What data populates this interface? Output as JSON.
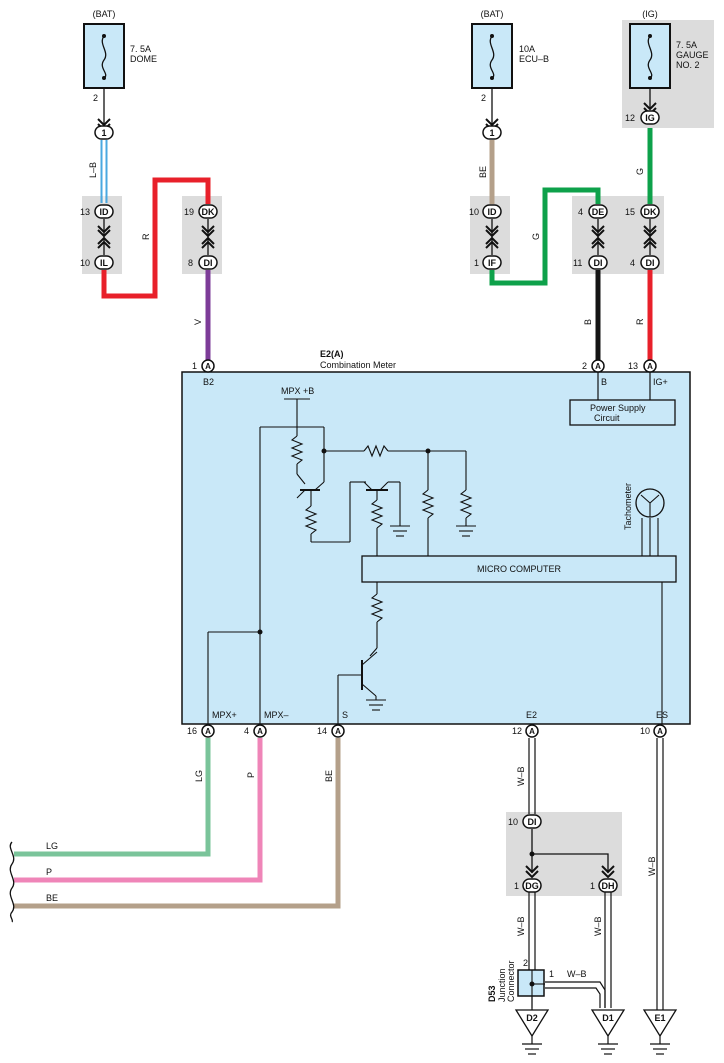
{
  "fuses": {
    "dome": {
      "src": "(BAT)",
      "line1": "7. 5A",
      "line2": "DOME",
      "line3": "",
      "pin": "2"
    },
    "ecub": {
      "src": "(BAT)",
      "line1": "10A",
      "line2": "ECU–B",
      "line3": "",
      "pin": "2"
    },
    "gauge": {
      "src": "(IG)",
      "line1": "7. 5A",
      "line2": "GAUGE",
      "line3": "NO. 2",
      "pin": "12",
      "conn": "IG"
    }
  },
  "connectors": {
    "dome_j": {
      "num": "1",
      "pin": "1"
    },
    "ecub_j": {
      "num": "1",
      "pin": "1"
    },
    "c_ID_1": {
      "pin": "13",
      "name": "ID"
    },
    "c_IL": {
      "pin": "10",
      "name": "IL"
    },
    "c_DK_1": {
      "pin": "19",
      "name": "DK"
    },
    "c_DI_1": {
      "pin": "8",
      "name": "DI"
    },
    "c_ID_2": {
      "pin": "10",
      "name": "ID"
    },
    "c_IF": {
      "pin": "1",
      "name": "IF"
    },
    "c_DE": {
      "pin": "4",
      "name": "DE"
    },
    "c_DI_2": {
      "pin": "11",
      "name": "DI"
    },
    "c_DK_2": {
      "pin": "15",
      "name": "DK"
    },
    "c_DI_3": {
      "pin": "4",
      "name": "DI"
    },
    "c_DI_4": {
      "pin": "10",
      "name": "DI"
    },
    "c_DG": {
      "pin": "1",
      "name": "DG"
    },
    "c_DH": {
      "pin": "1",
      "name": "DH"
    }
  },
  "wires": {
    "lb": "L–B",
    "r1": "R",
    "v": "V",
    "be1": "BE",
    "g1": "G",
    "b": "B",
    "r2": "R",
    "g2": "G",
    "lg": "LG",
    "p": "P",
    "be2": "BE",
    "wb1": "W–B",
    "wb2": "W–B",
    "wb3": "W–B",
    "wb4": "W–B",
    "wb5": "W–B"
  },
  "meter": {
    "code": "E2(A)",
    "name": "Combination Meter",
    "pins_top": [
      {
        "num": "1",
        "letter": "A",
        "label": "B2"
      },
      {
        "num": "2",
        "letter": "A",
        "label": "B"
      },
      {
        "num": "13",
        "letter": "A",
        "label": "IG+"
      }
    ],
    "pins_bottom": [
      {
        "num": "16",
        "letter": "A",
        "label": "MPX+"
      },
      {
        "num": "4",
        "letter": "A",
        "label": "MPX–"
      },
      {
        "num": "14",
        "letter": "A",
        "label": "S"
      },
      {
        "num": "12",
        "letter": "A",
        "label": "E2"
      },
      {
        "num": "10",
        "letter": "A",
        "label": "ES"
      }
    ],
    "power_supply": [
      "Power Supply",
      "Circuit"
    ],
    "mpx_b": "MPX +B",
    "tachometer": "Tachometer",
    "micro": "MICRO COMPUTER"
  },
  "left_lines": {
    "lg": "LG",
    "p": "P",
    "be": "BE"
  },
  "junction": {
    "code": "D53",
    "line1": "Junction",
    "line2": "Connector",
    "pin2": "2",
    "pin1": "1"
  },
  "grounds": {
    "d2": "D2",
    "d1": "D1",
    "e1": "E1"
  },
  "colors": {
    "light_blue": "#c9e8f8",
    "connector_gray": "#dcdcdc",
    "red": "#e8202a",
    "violet": "#7d3c98",
    "green": "#0ea14a",
    "tan": "#b4a08a",
    "black": "#141414",
    "lb_blue": "#4aa8e0",
    "light_green": "#7ac49a",
    "pink": "#ef85b8"
  }
}
